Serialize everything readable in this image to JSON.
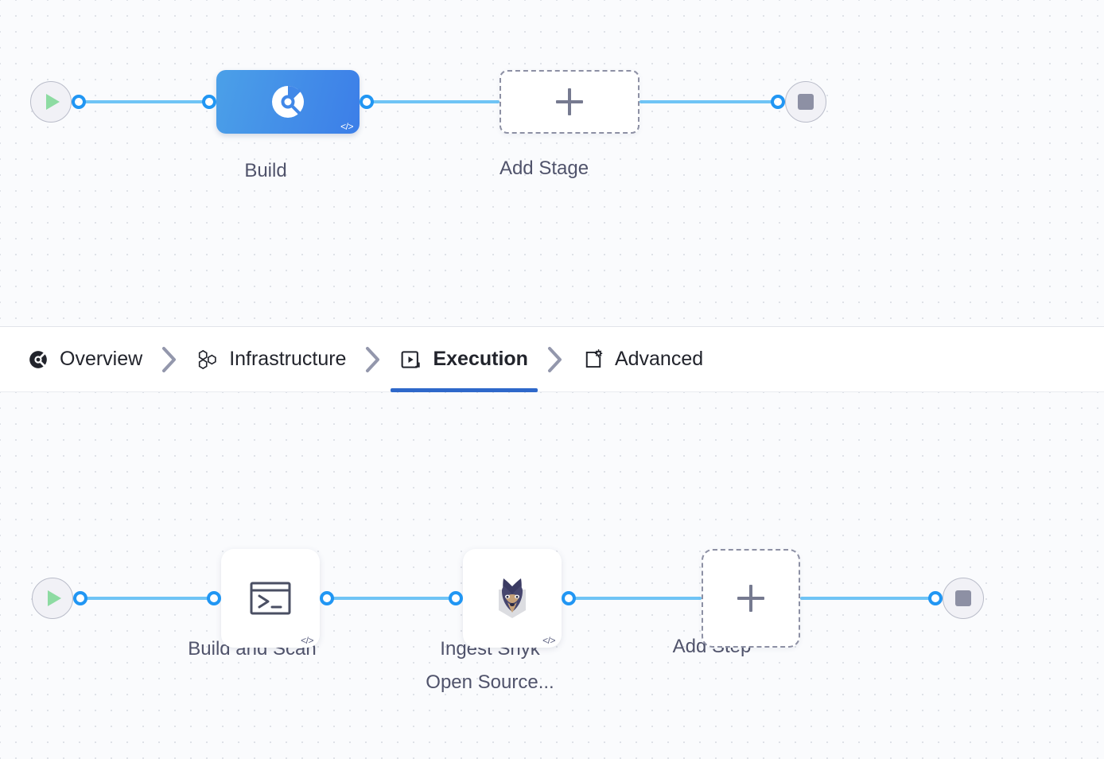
{
  "stage_graph": {
    "start_node": {
      "icon": "play-icon",
      "name": "pipeline-start"
    },
    "end_node": {
      "icon": "stop-icon",
      "name": "pipeline-end"
    },
    "nodes": [
      {
        "id": "build",
        "label": "Build",
        "icon": "ci-build-icon",
        "badge": "</>",
        "selected": true
      },
      {
        "id": "add-stage",
        "label": "Add Stage",
        "icon": "plus-icon",
        "dashed": true
      }
    ]
  },
  "tabs": {
    "items": [
      {
        "id": "overview",
        "label": "Overview",
        "icon": "ci-overview-icon",
        "active": false
      },
      {
        "id": "infrastructure",
        "label": "Infrastructure",
        "icon": "hexagons-icon",
        "active": false
      },
      {
        "id": "execution",
        "label": "Execution",
        "icon": "play-box-icon",
        "active": true
      },
      {
        "id": "advanced",
        "label": "Advanced",
        "icon": "gear-box-icon",
        "active": false
      }
    ],
    "separator_icon": "chevron-right-icon",
    "active_underline_color": "#2e68ca"
  },
  "step_graph": {
    "start_node": {
      "icon": "play-icon",
      "name": "execution-start"
    },
    "end_node": {
      "icon": "stop-icon",
      "name": "execution-end"
    },
    "steps": [
      {
        "id": "build-and-scan",
        "label": "Build and Scan",
        "icon": "terminal-icon",
        "badge": "</>"
      },
      {
        "id": "ingest-snyk",
        "label": "Ingest Snyk\nOpen Source...",
        "icon": "snyk-dog-icon",
        "badge": "</>"
      },
      {
        "id": "add-step",
        "label": "Add Step",
        "icon": "plus-icon",
        "dashed": true
      }
    ]
  },
  "colors": {
    "edge": "#6fc4f5",
    "port": "#2196f3",
    "stage_selected_from": "#4ba0e8",
    "stage_selected_to": "#3c7ee8",
    "play_green": "#8ddba2",
    "stop_gray": "#8d90a4",
    "canvas_bg": "#fafbfd",
    "caption_text": "#50536b"
  }
}
